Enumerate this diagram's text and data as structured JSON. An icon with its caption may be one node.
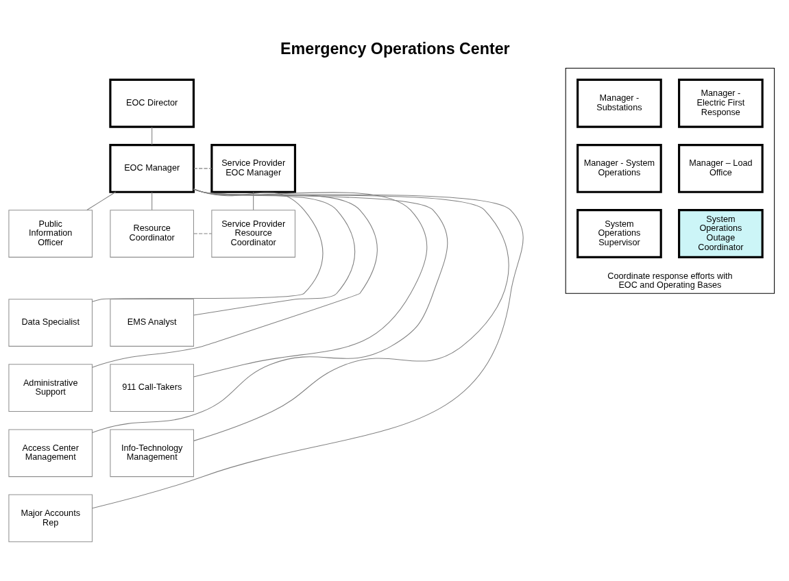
{
  "diagram": {
    "title": "Emergency Operations Center",
    "nodes": [
      {
        "text": [
          "EOC Director"
        ]
      },
      {
        "text": [
          "EOC Manager"
        ]
      },
      {
        "text": [
          "Service Provider EOC Manager"
        ]
      },
      {
        "text": [
          "Public Information Officer"
        ]
      },
      {
        "text": [
          "Resource Coordinator"
        ]
      },
      {
        "text": [
          "Service Provider Resource Coordinator"
        ]
      },
      {
        "text": [
          "Data Specialist"
        ]
      },
      {
        "text": [
          "EMS Analyst"
        ]
      },
      {
        "text": [
          "Administrative Support"
        ]
      },
      {
        "text": [
          "911 Call-Takers"
        ]
      },
      {
        "text": [
          "Access Center Management"
        ]
      },
      {
        "text": [
          "Info-Technology Management"
        ]
      },
      {
        "text": [
          "Major Accounts Rep"
        ]
      },
      {
        "text": [
          "Coordinate response efforts with EOC and Operating Bases"
        ]
      },
      {
        "text": [
          "Manager - Electric First Response"
        ],
        "in": 13
      },
      {
        "text": [
          "Manager - Substations"
        ],
        "in": 13
      },
      {
        "text": [
          "Manager – Load Office"
        ],
        "in": 13
      },
      {
        "text": [
          "Manager - System Operations"
        ],
        "in": 13
      },
      {
        "text": [
          "System Operations Outage Coordinator"
        ],
        "in": 13
      },
      {
        "text": [
          "System Operations Supervisor"
        ],
        "in": 13
      }
    ],
    "edges": [
      {
        "from": 0,
        "to": 1,
        "arrow": "none"
      },
      {
        "from": 1,
        "to": 2,
        "arrow": "none",
        "style": "dashed"
      },
      {
        "from": 2,
        "to": 5,
        "arrow": "none"
      },
      {
        "from": 4,
        "to": 5,
        "arrow": "none",
        "style": "dashed"
      },
      {
        "from": 1,
        "to": 3,
        "arrow": "none"
      },
      {
        "from": 1,
        "to": 4,
        "arrow": "none"
      },
      {
        "from": 1,
        "to": 6,
        "arrow": "none"
      },
      {
        "from": 1,
        "to": 7,
        "arrow": "none"
      },
      {
        "from": 1,
        "to": 8,
        "arrow": "none"
      },
      {
        "from": 1,
        "to": 9,
        "arrow": "none"
      },
      {
        "from": 1,
        "to": 10,
        "arrow": "none"
      },
      {
        "from": 1,
        "to": 11,
        "arrow": "none"
      },
      {
        "from": 1,
        "to": 12,
        "arrow": "none"
      }
    ]
  }
}
